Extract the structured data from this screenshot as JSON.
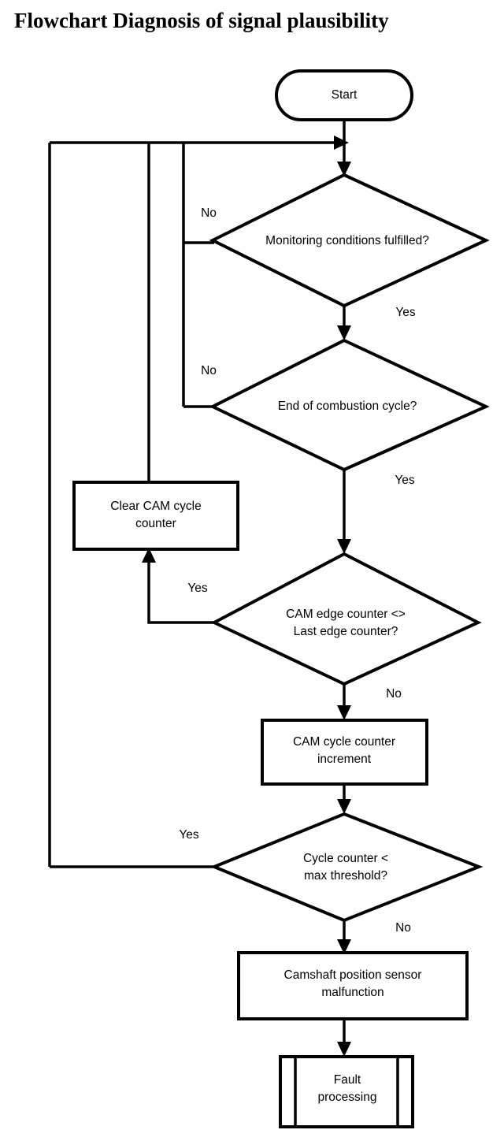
{
  "title": "Flowchart Diagnosis of signal plausibility",
  "nodes": {
    "start": {
      "label": "Start",
      "shape": "terminator"
    },
    "decision_monitoring": {
      "label": "Monitoring conditions fulfilled?",
      "shape": "decision"
    },
    "decision_combustion": {
      "label": "End of combustion cycle?",
      "shape": "decision"
    },
    "clear_counter_line1": "Clear CAM cycle",
    "clear_counter_line2": "counter",
    "decision_edge_line1": "CAM edge counter <>",
    "decision_edge_line2": "Last edge counter?",
    "increment_line1": "CAM cycle counter",
    "increment_line2": "increment",
    "decision_threshold_line1": "Cycle counter <",
    "decision_threshold_line2": "max threshold?",
    "malfunction_line1": "Camshaft position sensor",
    "malfunction_line2": "malfunction",
    "fault_line1": "Fault",
    "fault_line2": "processing"
  },
  "branch_labels": {
    "monitoring_no": "No",
    "monitoring_yes": "Yes",
    "combustion_no": "No",
    "combustion_yes": "Yes",
    "edge_yes": "Yes",
    "edge_no": "No",
    "threshold_yes": "Yes",
    "threshold_no": "No"
  },
  "colors": {
    "stroke": "#000000",
    "fill": "#ffffff",
    "text": "#000000"
  }
}
